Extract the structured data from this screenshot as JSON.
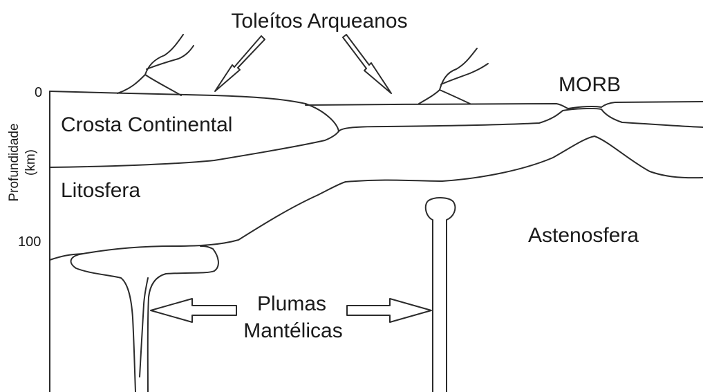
{
  "title": "Toleítos Arqueanos",
  "labels": {
    "morb": "MORB",
    "crosta": "Crosta Continental",
    "litosfera": "Litosfera",
    "astenosfera": "Astenosfera",
    "plumas_line1": "Plumas",
    "plumas_line2": "Mantélicas"
  },
  "axis": {
    "label_line1": "Profundidade",
    "label_line2": "(km)",
    "ticks": [
      "0",
      "100"
    ]
  },
  "colors": {
    "line": "#2b2b2b",
    "text": "#1a1a1a",
    "background": "#ffffff"
  }
}
